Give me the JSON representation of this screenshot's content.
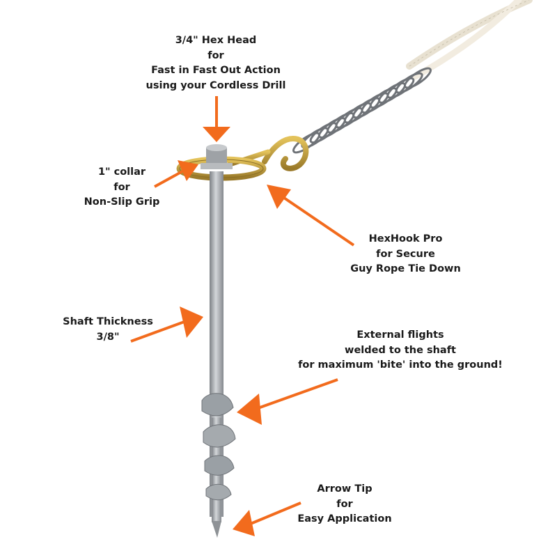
{
  "colors": {
    "arrow": "#f26b1d",
    "text": "#1a1a1a",
    "shaft": "#a8acb1",
    "hook": "#c9a53a",
    "spring": "#6f7378",
    "rope": "#ece6d8"
  },
  "labels": {
    "hex_head": [
      "3/4\" Hex Head",
      "for",
      "Fast in Fast Out Action",
      "using your Cordless Drill"
    ],
    "collar": [
      "1\" collar",
      "for",
      "Non-Slip Grip"
    ],
    "hexhook": [
      "HexHook Pro",
      "for Secure",
      "Guy Rope Tie Down"
    ],
    "shaft": [
      "Shaft Thickness",
      "3/8\""
    ],
    "flights": [
      "External flights",
      "welded to the shaft",
      "for maximum 'bite' into the ground!"
    ],
    "tip": [
      "Arrow Tip",
      "for",
      "Easy Application"
    ]
  }
}
